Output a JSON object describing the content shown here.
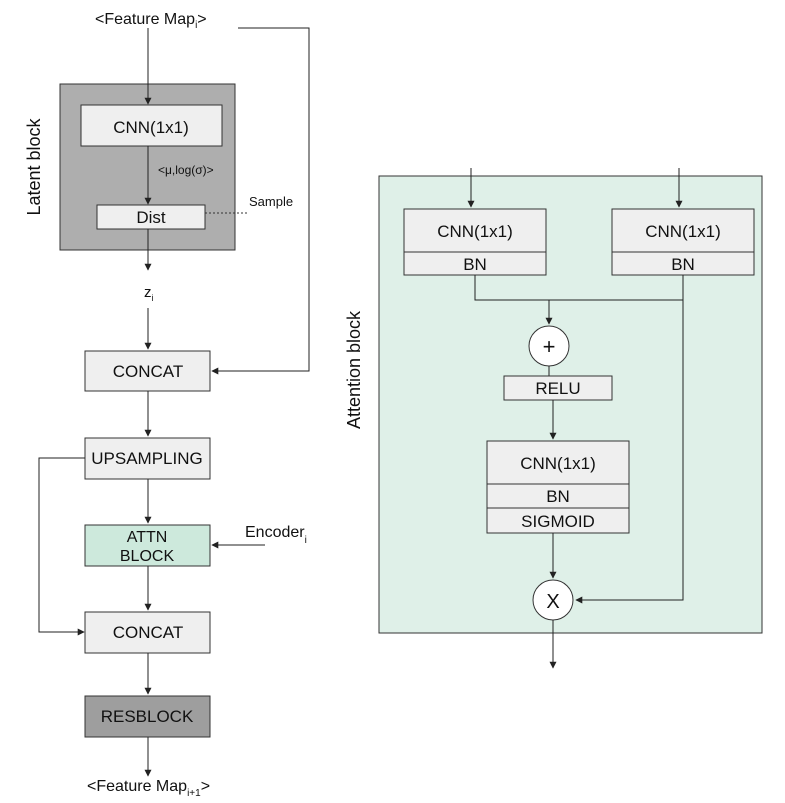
{
  "left": {
    "input_label": "<Feature Map",
    "input_sub": "i",
    "input_close": ">",
    "latent_block_label": "Latent block",
    "cnn_label": "CNN(1x1)",
    "mu_sigma_label": "<μ,log(σ)>",
    "dist_label": "Dist",
    "sample_label": "Sample",
    "z_label": "z",
    "z_sub": "i",
    "concat1_label": "CONCAT",
    "upsampling_label": "UPSAMPLING",
    "attn_line1": "ATTN",
    "attn_line2": "BLOCK",
    "encoder_label": "Encoder",
    "encoder_sub": "i",
    "concat2_label": "CONCAT",
    "resblock_label": "RESBLOCK",
    "output_label": "<Feature Map",
    "output_sub": "i+1",
    "output_close": ">"
  },
  "attention": {
    "block_label": "Attention block",
    "cnn_left_label": "CNN(1x1)",
    "bn_left_label": "BN",
    "cnn_right_label": "CNN(1x1)",
    "bn_right_label": "BN",
    "plus_label": "+",
    "relu_label": "RELU",
    "cnn_center_label": "CNN(1x1)",
    "bn_center_label": "BN",
    "sigmoid_label": "SIGMOID",
    "times_label": "X"
  },
  "colors": {
    "box_fill": "#efefef",
    "latent_fill": "#aeaeae",
    "resblock_fill": "#9e9e9e",
    "attn_fill": "#cde9dc",
    "attention_panel_fill": "#dff0e8",
    "stroke": "#333333"
  }
}
